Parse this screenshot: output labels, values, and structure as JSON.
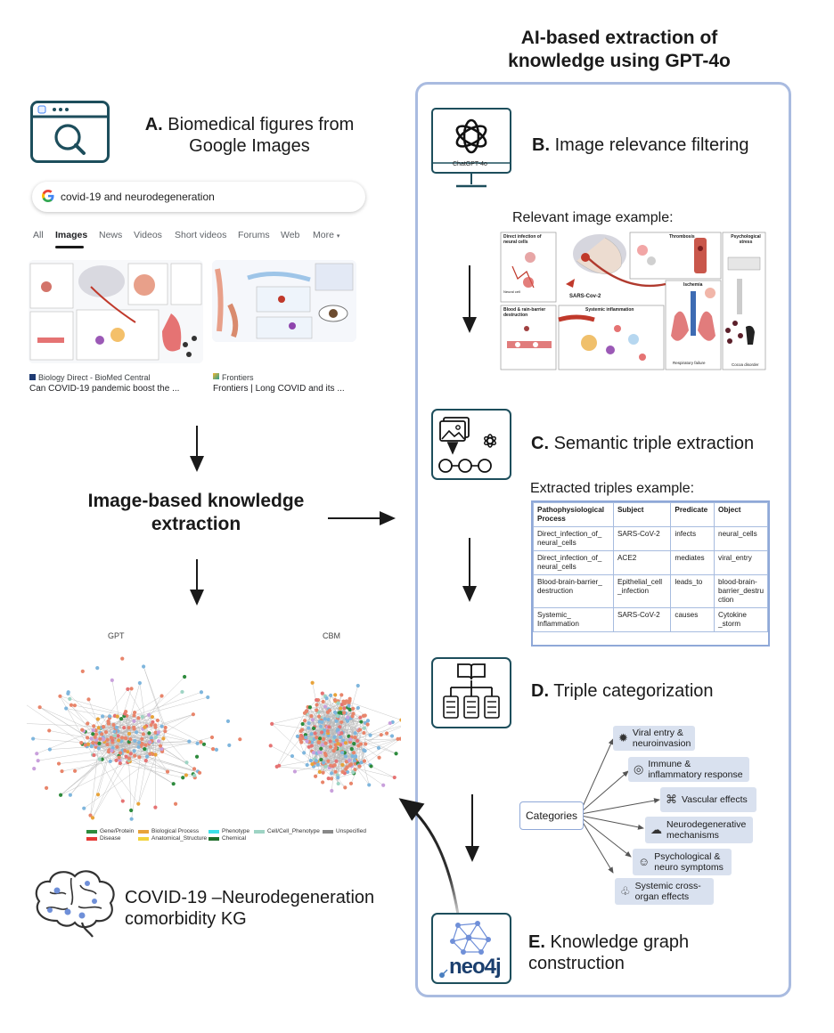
{
  "panel_title": "AI-based extraction of knowledge using GPT-4o",
  "steps": {
    "a": {
      "letter": "A.",
      "text": "Biomedical figures from Google Images"
    },
    "b": {
      "letter": "B.",
      "text": "Image relevance filtering"
    },
    "c": {
      "letter": "C.",
      "text": "Semantic triple extraction"
    },
    "d": {
      "letter": "D.",
      "text": "Triple categorization"
    },
    "e": {
      "letter": "E.",
      "text": "Knowledge graph construction"
    }
  },
  "chatgpt_label": "ChatGPT-4o",
  "search": {
    "query": "covid-19 and neurodegeneration",
    "tabs": [
      "All",
      "Images",
      "News",
      "Videos",
      "Short videos",
      "Forums",
      "Web",
      "More"
    ],
    "results": [
      {
        "source": "Biology Direct - BioMed Central",
        "caption": "Can COVID-19 pandemic boost the ..."
      },
      {
        "source": "Frontiers",
        "caption": "Frontiers | Long COVID and its ..."
      }
    ]
  },
  "mid_label": "Image-based knowledge extraction",
  "relevant_example_label": "Relevant image example:",
  "figure_labels": {
    "direct_infection": "Direct infection of neural cells",
    "thrombosis": "Thrombosis",
    "psych_stress": "Psychological stress",
    "sars": "SARS-Cov-2",
    "ischemia": "Ischemia",
    "bbb": "Blood & rain-barrier destruction",
    "systemic": "Systemic inflammation",
    "neural_cell": "Neural cell",
    "respiratory": "Respiratory failure",
    "cocoa": "Cocoa disorder"
  },
  "networks": {
    "left_title": "GPT",
    "right_title": "CBM",
    "legend": [
      {
        "label": "Gene/Protein",
        "color": "#2e8b3d"
      },
      {
        "label": "Disease",
        "color": "#e53935"
      },
      {
        "label": "Biological Process",
        "color": "#e8a33a"
      },
      {
        "label": "Anatomical_Structure",
        "color": "#f2d33c"
      },
      {
        "label": "Phenotype",
        "color": "#3de0e8"
      },
      {
        "label": "Chemical",
        "color": "#1e6e2a"
      },
      {
        "label": "Cell/Cell_Phenotype",
        "color": "#9ed4c4"
      },
      {
        "label": "Unspecified",
        "color": "#888888"
      }
    ]
  },
  "kg_label": "COVID-19 –Neurodegeneration comorbidity KG",
  "triples_example_label": "Extracted triples example:",
  "triples": {
    "headers": [
      "Pathophysiological Process",
      "Subject",
      "Predicate",
      "Object"
    ],
    "rows": [
      [
        "Direct_infection_of_ neural_cells",
        "SARS-CoV-2",
        "infects",
        "neural_cells"
      ],
      [
        "Direct_infection_of_ neural_cells",
        "ACE2",
        "mediates",
        "viral_entry"
      ],
      [
        "Blood-brain-barrier_ destruction",
        "Epithelial_cell _infection",
        "leads_to",
        "blood-brain- barrier_destru ction"
      ],
      [
        "Systemic_ Inflammation",
        "SARS-CoV-2",
        "causes",
        "Cytokine _storm"
      ]
    ]
  },
  "categories": {
    "root": "Categories",
    "items": [
      {
        "label": "Viral entry & neuroinvasion",
        "icon": "virus-icon"
      },
      {
        "label": "Immune & inflammatory response",
        "icon": "immune-cell-icon"
      },
      {
        "label": "Vascular effects",
        "icon": "vessel-icon"
      },
      {
        "label": "Neurodegenerative mechanisms",
        "icon": "brain-icon"
      },
      {
        "label": "Psychological & neuro symptoms",
        "icon": "head-icon"
      },
      {
        "label": "Systemic cross-organ effects",
        "icon": "lungs-icon"
      }
    ]
  },
  "neo4j_label": "neo4j"
}
